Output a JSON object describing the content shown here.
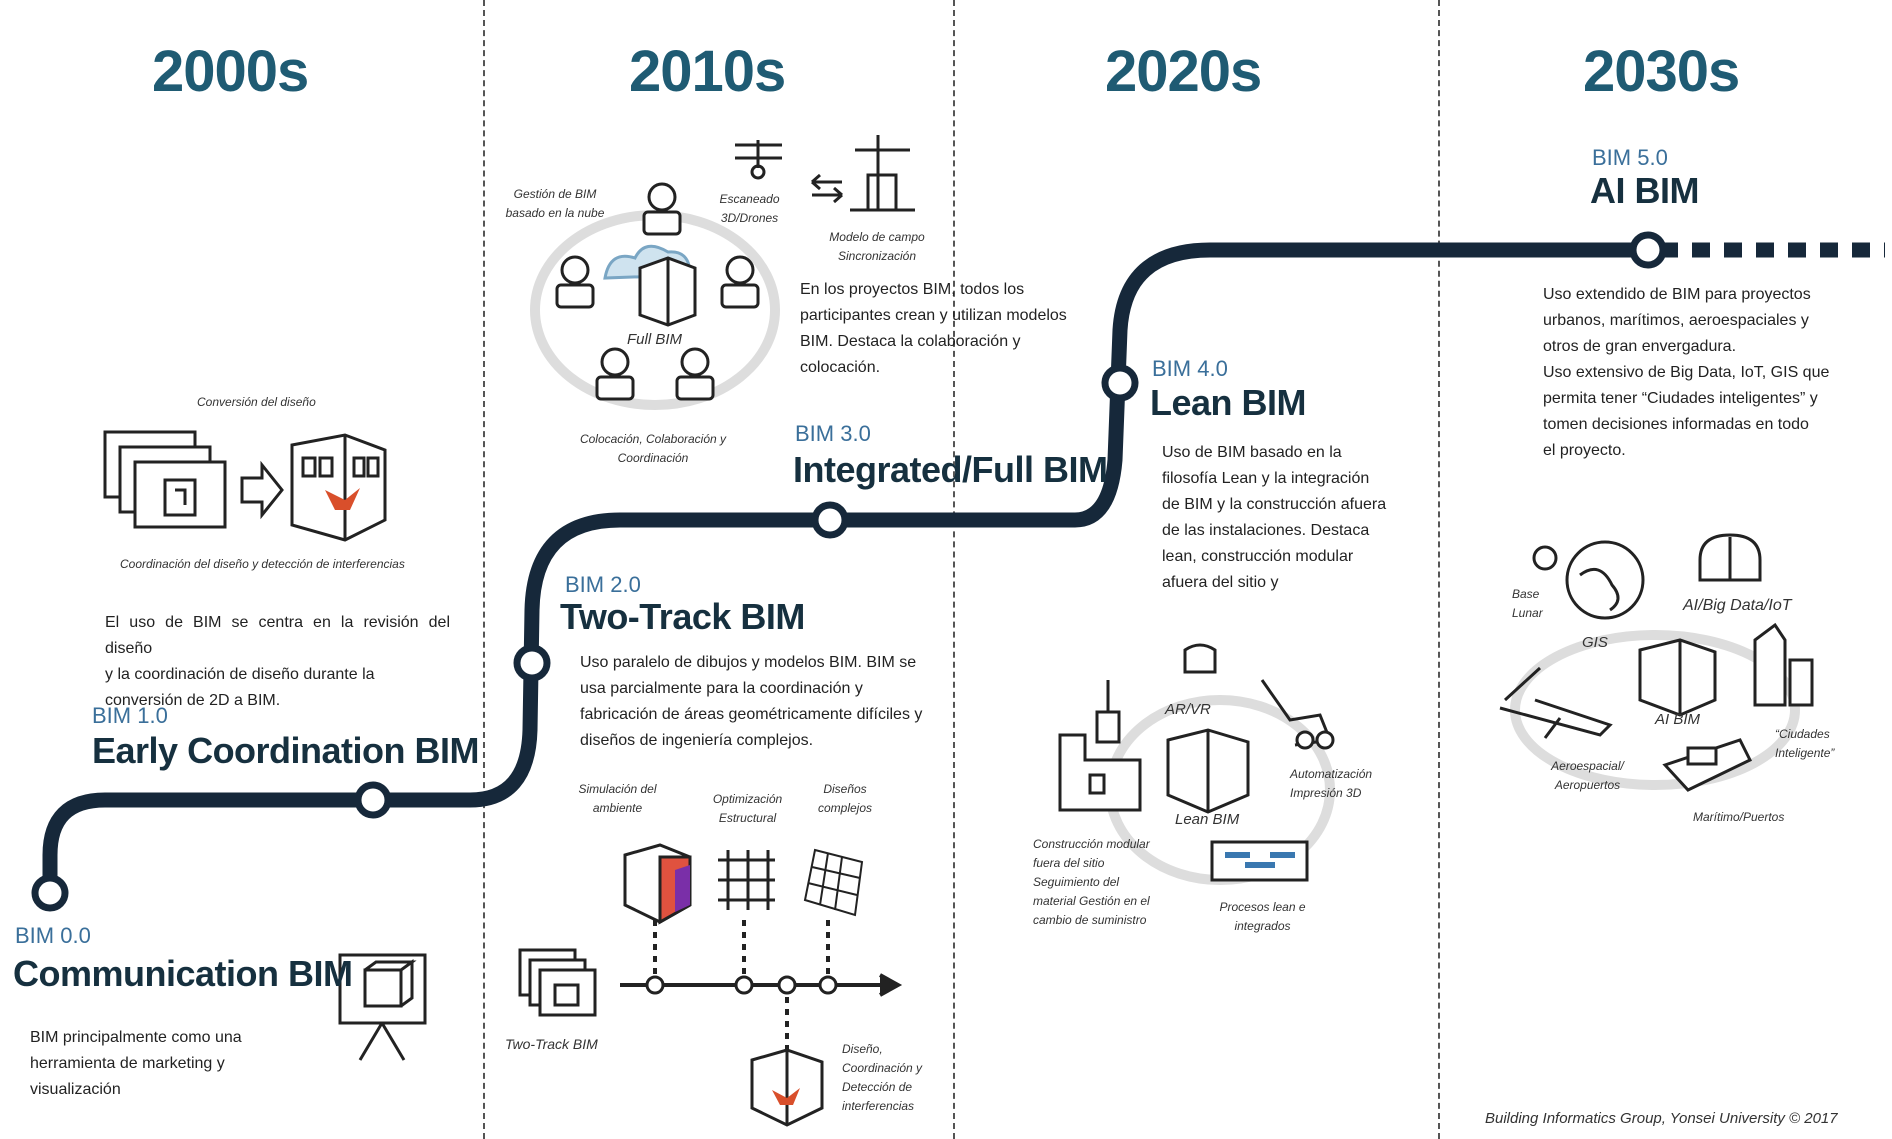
{
  "decades": [
    "2000s",
    "2010s",
    "2020s",
    "2030s"
  ],
  "stages": [
    {
      "version": "BIM 0.0",
      "name": "Communication BIM",
      "description": [
        "BIM principalmente como una",
        "herramienta de marketing y",
        "visualización"
      ]
    },
    {
      "version": "BIM 1.0",
      "name": "Early Coordination BIM",
      "description": [
        "El uso de BIM se centra en la revisión del diseño",
        "y la coordinación de diseño durante la",
        "conversión de 2D a BIM."
      ],
      "captions": {
        "top": "Conversión del diseño",
        "bottom": "Coordinación del diseño y detección de interferencias"
      }
    },
    {
      "version": "BIM 2.0",
      "name": "Two-Track BIM",
      "description": [
        "Uso paralelo de dibujos y modelos BIM. BIM se",
        "usa parcialmente para la coordinación y",
        "fabricación de áreas geométricamente difíciles y",
        "diseños de ingeniería complejos."
      ],
      "captions": {
        "sim": "Simulación del ambiente",
        "opt": "Optimización Estructural",
        "complex": "Diseños complejos",
        "track": "Two-Track BIM",
        "detect": "Diseño, Coordinación y Detección de interferencias"
      }
    },
    {
      "version": "BIM 3.0",
      "name": "Integrated/Full BIM",
      "description": [
        "En los proyectos BIM, todos los",
        "participantes crean y utilizan modelos",
        "BIM. Destaca la colaboración y",
        "colocación."
      ],
      "captions": {
        "cloud": "Gestión de BIM basado en la nube",
        "scan": "Escaneado 3D/Drones",
        "field": "Modelo de campo Sincronización",
        "full": "Full BIM",
        "colab": "Colocación, Colaboración y Coordinación"
      }
    },
    {
      "version": "BIM 4.0",
      "name": "Lean BIM",
      "description": [
        "Uso de BIM basado en la",
        "filosofía Lean y la integración",
        "de BIM y la construcción afuera",
        "de las instalaciones. Destaca",
        "lean, construcción modular",
        "afuera del sitio y"
      ],
      "captions": {
        "arvr": "AR/VR",
        "auto": "Automatización Impresión 3D",
        "lean": "Lean BIM",
        "modular": "Construcción modular fuera del sitio Seguimiento del material Gestión en el cambio de suministro",
        "process": "Procesos lean e integrados"
      }
    },
    {
      "version": "BIM 5.0",
      "name": "AI BIM",
      "description": [
        "Uso extendido de BIM para proyectos",
        "urbanos, marítimos, aeroespaciales y",
        "otros de gran envergadura.",
        "Uso extensivo de Big Data, IoT, GIS que",
        "permita tener “Ciudades inteligentes” y",
        "tomen decisiones informadas en todo",
        "el proyecto."
      ],
      "captions": {
        "moon": "Base Lunar",
        "gis": "GIS",
        "ai": "AI/Big Data/IoT",
        "aibim": "AI BIM",
        "aero": "Aeroespacial/ Aeropuertos",
        "city": "“Ciudades Inteligente”",
        "sea": "Marítimo/Puertos"
      }
    }
  ],
  "footer": "Building Informatics Group, Yonsei University © 2017",
  "colors": {
    "decade": "#1f5b73",
    "version": "#3a6f9a",
    "stage": "#16303f",
    "line": "#16283a"
  }
}
